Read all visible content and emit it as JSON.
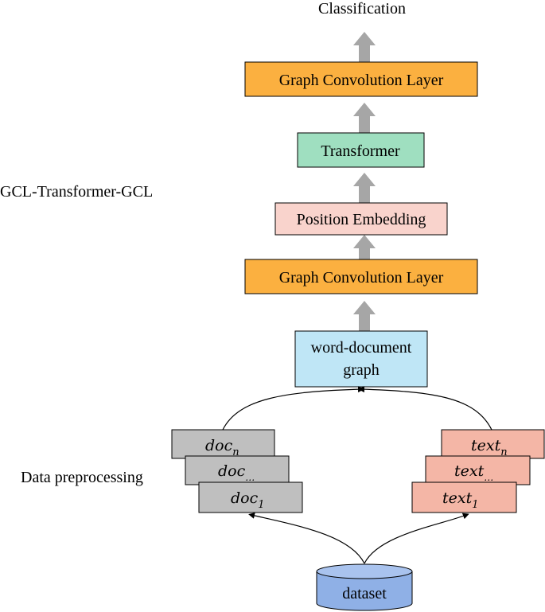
{
  "labels": {
    "classification": "Classification",
    "gcl_transformer_gcl": "GCL-Transformer-GCL",
    "data_preprocessing": "Data preprocessing"
  },
  "blocks": {
    "gcl_top": "Graph Convolution Layer",
    "transformer": "Transformer",
    "position_embedding": "Position Embedding",
    "gcl_bottom": "Graph Convolution Layer",
    "graph_line1": "word-document",
    "graph_line2": "graph",
    "dataset": "dataset"
  },
  "docs": [
    {
      "base": "doc",
      "sub": "n"
    },
    {
      "base": "doc",
      "sub": "…"
    },
    {
      "base": "doc",
      "sub": "1"
    }
  ],
  "texts": [
    {
      "base": "text",
      "sub": "n"
    },
    {
      "base": "text",
      "sub": "…"
    },
    {
      "base": "text",
      "sub": "1"
    }
  ],
  "colors": {
    "gcl": "#fbb040",
    "transformer": "#9fdfc0",
    "position": "#f9d3cc",
    "graph": "#bfe6f6",
    "doc": "#bfbfbf",
    "text": "#f4b6a6",
    "dataset": "#8fb0e6",
    "arrow": "#a6a6a6"
  }
}
